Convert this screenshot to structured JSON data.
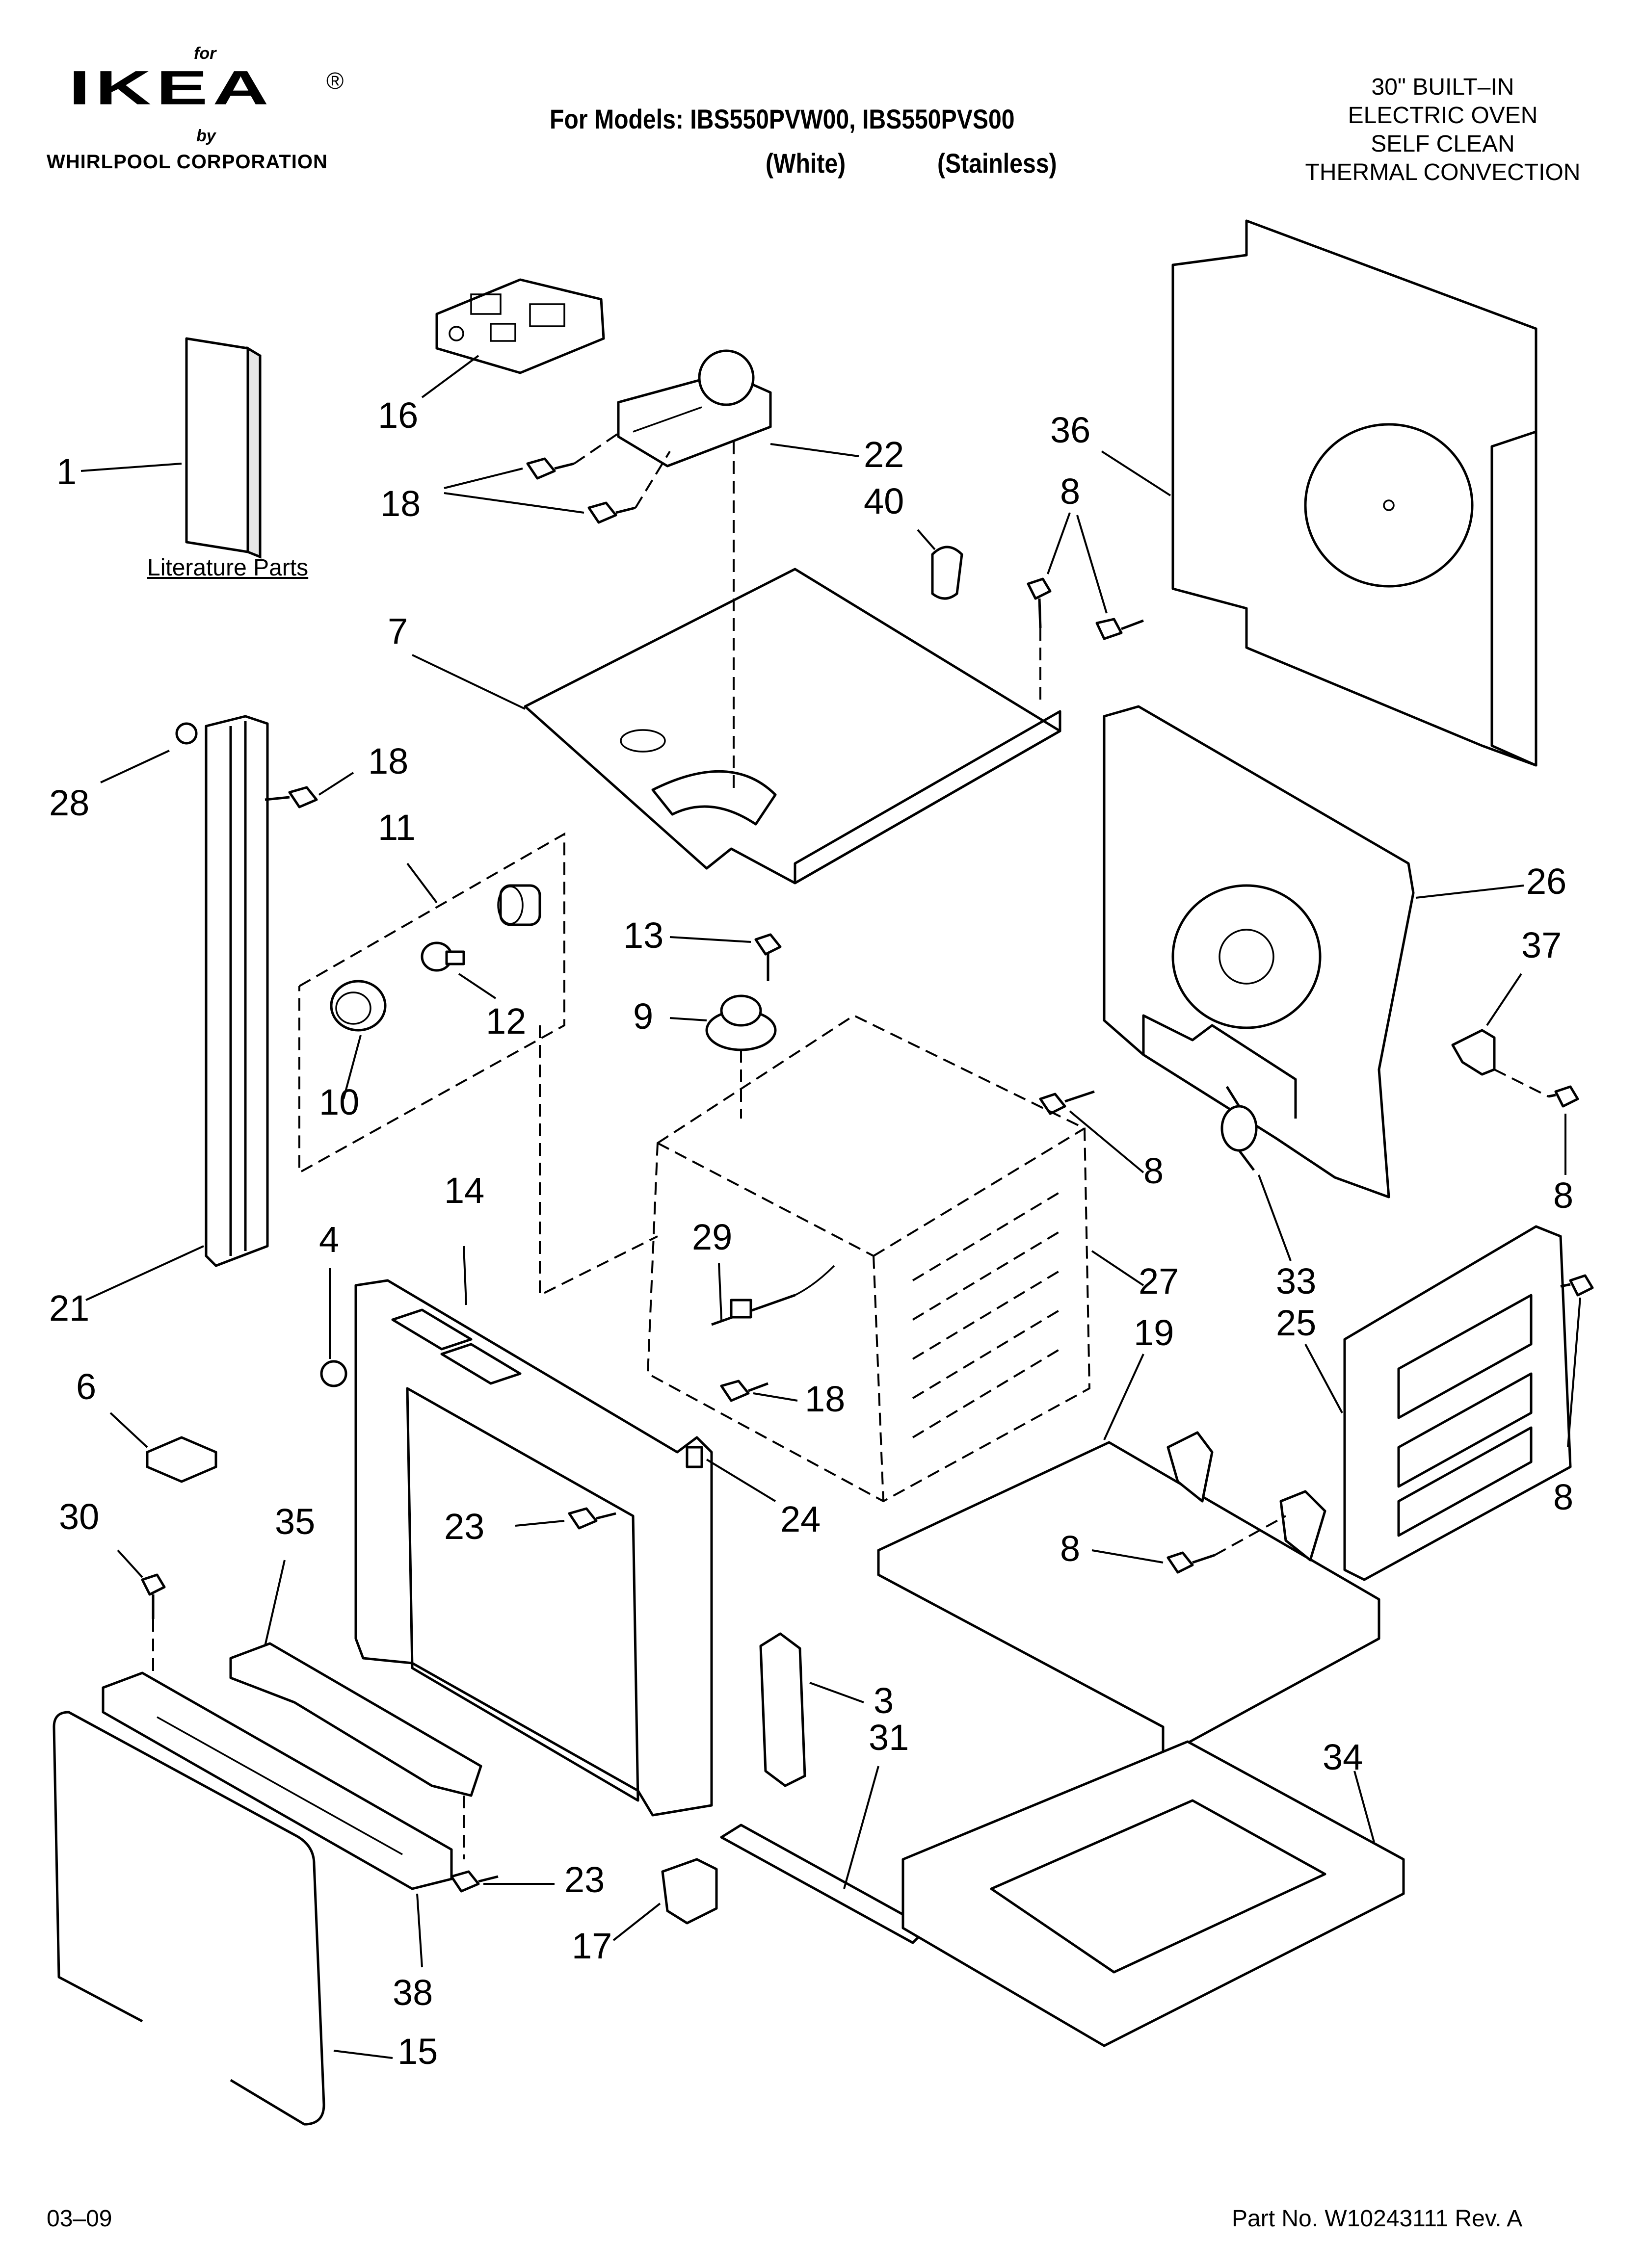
{
  "header": {
    "brand_for": "for",
    "brand_logo": "IKEA",
    "brand_registered": "®",
    "brand_by": "by",
    "brand_corporation": "WHIRLPOOL  CORPORATION",
    "models_line": "For Models: IBS550PVW00, IBS550PVS00",
    "variant_white": "(White)",
    "variant_stainless": "(Stainless)",
    "product_lines": [
      "30\" BUILT–IN",
      "ELECTRIC OVEN",
      "SELF CLEAN",
      "THERMAL CONVECTION"
    ]
  },
  "labels": {
    "literature_parts": "Literature Parts"
  },
  "callouts": {
    "c1": "1",
    "c16": "16",
    "c18a": "18",
    "c22": "22",
    "c40": "40",
    "c36": "36",
    "c8a": "8",
    "c7": "7",
    "c28": "28",
    "c18b": "18",
    "c11": "11",
    "c13": "13",
    "c9": "9",
    "c12": "12",
    "c10": "10",
    "c26": "26",
    "c37": "37",
    "c8b": "8",
    "c8c": "8",
    "c14": "14",
    "c4": "4",
    "c29": "29",
    "c27": "27",
    "c33": "33",
    "c25": "25",
    "c21": "21",
    "c19": "19",
    "c6": "6",
    "c18c": "18",
    "c8d": "8",
    "c30": "30",
    "c35": "35",
    "c23a": "23",
    "c24": "24",
    "c8e": "8",
    "c3": "3",
    "c31": "31",
    "c34": "34",
    "c23b": "23",
    "c17": "17",
    "c38": "38",
    "c15": "15"
  },
  "footer": {
    "date_code": "03–09",
    "part_number": "Part No. W10243111 Rev. A"
  }
}
